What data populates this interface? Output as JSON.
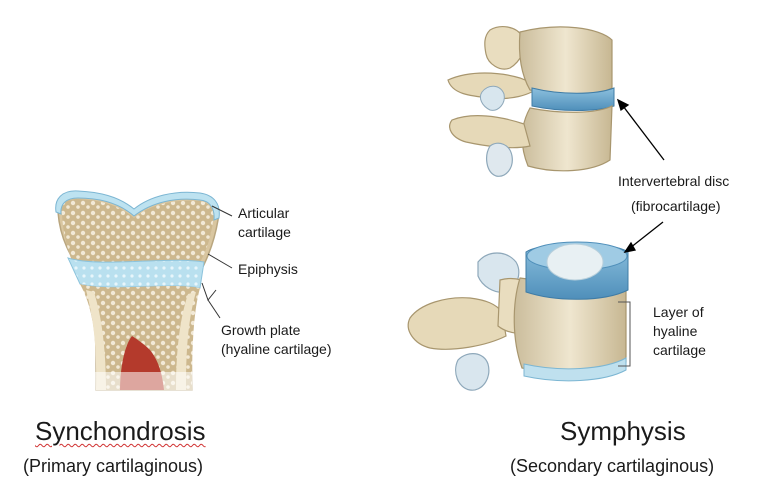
{
  "synchondrosis": {
    "labels": {
      "articular_cartilage_line1": "Articular",
      "articular_cartilage_line2": "cartilage",
      "epiphysis": "Epiphysis",
      "growth_plate_line1": "Growth plate",
      "growth_plate_line2": "(hyaline cartilage)"
    },
    "title": "Synchondrosis",
    "subtitle": "(Primary cartilaginous)"
  },
  "symphysis": {
    "labels": {
      "disc_line1": "Intervertebral disc",
      "disc_line2": "(fibrocartilage)",
      "hyaline_line1": "Layer of",
      "hyaline_line2": "hyaline",
      "hyaline_line3": "cartilage"
    },
    "title": "Symphysis",
    "subtitle": "(Secondary cartilaginous)"
  },
  "colors": {
    "bone": "#e8dcc0",
    "spongy_bone": "#d6c39b",
    "cartilage": "#a9d3e6",
    "marrow": "#b43a2c",
    "fibrocartilage": "#6fa7cc"
  }
}
